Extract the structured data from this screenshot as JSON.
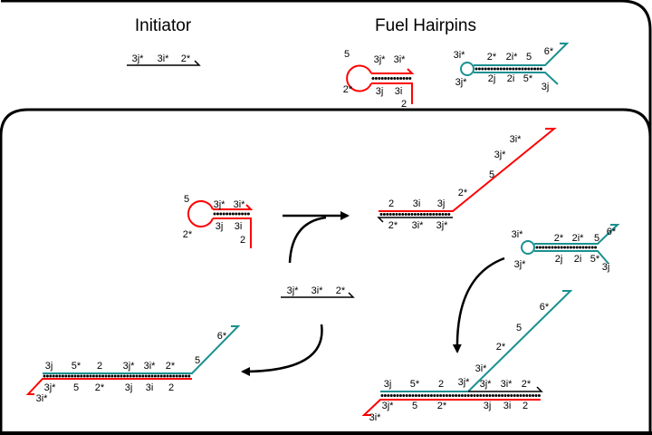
{
  "panels": {
    "initiator_title": "Initiator",
    "fuel_title": "Fuel Hairpins"
  },
  "colors": {
    "red": "#ff0000",
    "teal": "#1a9090",
    "black": "#000000"
  },
  "top_initiator": [
    "3j*",
    "3i*",
    "2*"
  ],
  "top_red_hairpin": {
    "loop": [
      "5",
      "2*"
    ],
    "top": [
      "3j*",
      "3i*"
    ],
    "bottom": [
      "3j",
      "3i"
    ],
    "tail": "2"
  },
  "top_teal_hairpin": {
    "loop": [
      "3i*",
      "3j*"
    ],
    "top": [
      "2*",
      "2i*",
      "5"
    ],
    "bottom": [
      "2j",
      "2i",
      "5*"
    ],
    "arms": [
      "6*",
      "3j"
    ]
  },
  "red_hairpin": {
    "loop": [
      "5",
      "2*"
    ],
    "top": [
      "3j*",
      "3i*"
    ],
    "bottom": [
      "3j",
      "3i"
    ],
    "tail": "2"
  },
  "intermediate": {
    "top": [
      "2",
      "3i",
      "3j"
    ],
    "arm": [
      "2*",
      "5",
      "3j*",
      "3i*"
    ],
    "bottom": [
      "2*",
      "3i*",
      "3j*"
    ]
  },
  "teal_hairpin": {
    "loop": [
      "3i*",
      "3j*"
    ],
    "top": [
      "2*",
      "2i*",
      "5"
    ],
    "bottom": [
      "2j",
      "2i",
      "5*"
    ],
    "arms": [
      "6*",
      "3j"
    ]
  },
  "initiator": [
    "3j*",
    "3i*",
    "2*"
  ],
  "product_right": {
    "top": [
      "3j",
      "5*",
      "2",
      "3j*",
      "3j*",
      "3i*",
      "2*"
    ],
    "arm": [
      "3i*",
      "2*",
      "5",
      "6*"
    ],
    "bottom": [
      "3j*",
      "5",
      "2*",
      "3j",
      "3i",
      "2"
    ],
    "tail": "3i*"
  },
  "product_left": {
    "top": [
      "3j",
      "5*",
      "2",
      "3j*",
      "3i*",
      "2*"
    ],
    "arm": [
      "5",
      "6*"
    ],
    "bottom": [
      "3j*",
      "5",
      "2*",
      "3j",
      "3i",
      "2"
    ],
    "tail": "3i*"
  }
}
